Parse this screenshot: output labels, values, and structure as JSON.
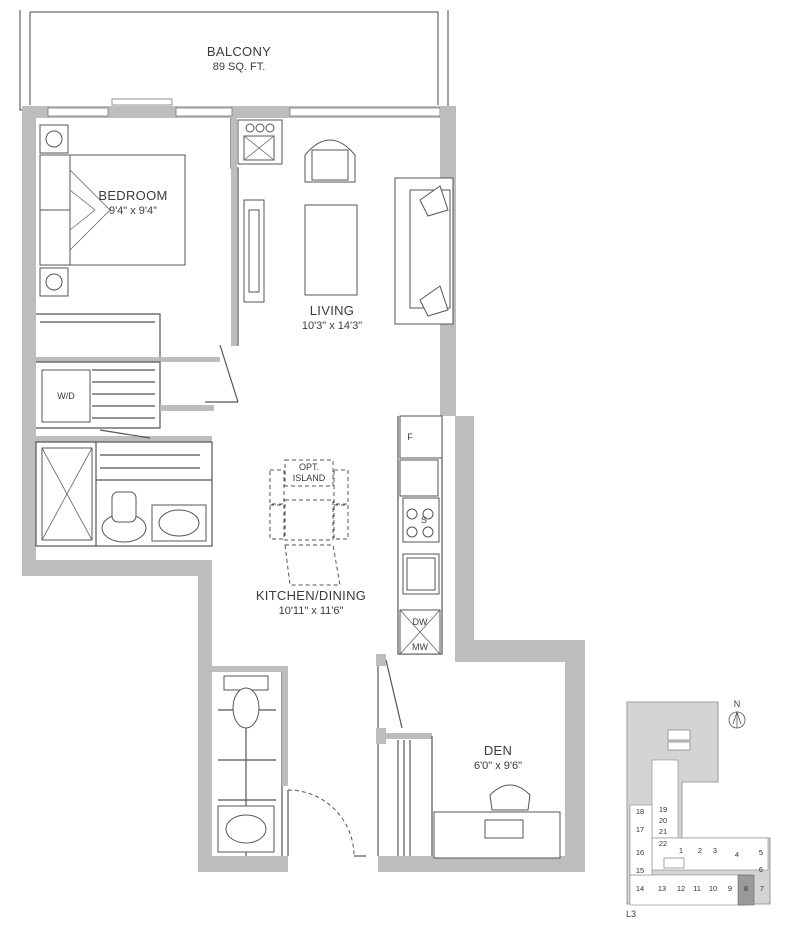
{
  "plan": {
    "balcony": {
      "name": "BALCONY",
      "area": "89 SQ. FT."
    },
    "bedroom": {
      "name": "BEDROOM",
      "size": "9'4\" x 9'4\""
    },
    "living": {
      "name": "LIVING",
      "size": "10'3\" x 14'3\""
    },
    "kitchen": {
      "name": "KITCHEN/DINING",
      "size": "10'11\" x 11'6\""
    },
    "den": {
      "name": "DEN",
      "size": "6'0\" x 9'6\""
    },
    "island": {
      "line1": "OPT.",
      "line2": "ISLAND"
    },
    "wd_label": "W/D",
    "fridge_label": "F",
    "stove_label": "S",
    "dw_label": "DW",
    "mw_label": "MW"
  },
  "keyplan": {
    "north_label": "N",
    "level_label": "L3",
    "units": [
      "1",
      "2",
      "3",
      "4",
      "5",
      "6",
      "7",
      "8",
      "9",
      "10",
      "11",
      "12",
      "13",
      "14",
      "15",
      "16",
      "17",
      "18",
      "19",
      "20",
      "21",
      "22"
    ],
    "highlighted_unit": "8"
  },
  "colors": {
    "wall": "#bdbdbd",
    "line": "#555555",
    "highlight": "#9a9a9a"
  }
}
